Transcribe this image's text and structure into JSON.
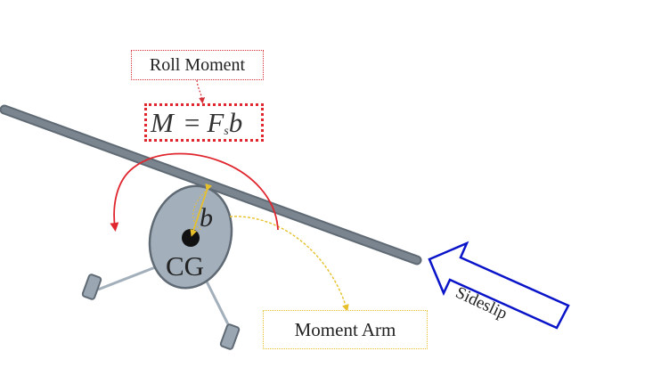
{
  "labels": {
    "roll_moment": "Roll Moment",
    "moment_arm": "Moment Arm",
    "sideslip": "Sideslip",
    "cg": "CG",
    "b": "b"
  },
  "equation": {
    "lhs": "M",
    "op": "=",
    "force": "F",
    "subscript": "s",
    "arm": "b"
  },
  "colors": {
    "wing": "#7a8590",
    "body": "#a3afbb",
    "roll_arrow": "#e0262e",
    "arm_line": "#e6c02a",
    "sideslip_arrow": "#0a14c8"
  }
}
